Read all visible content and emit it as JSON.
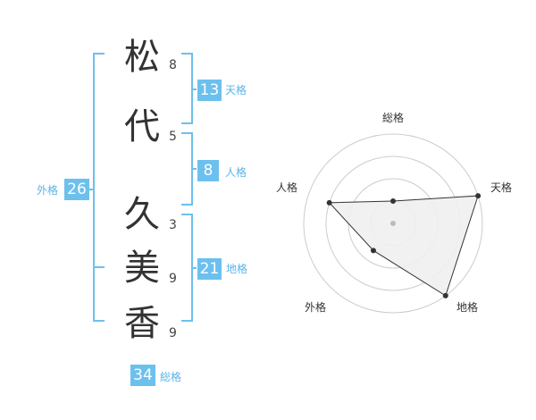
{
  "name": {
    "chars": [
      {
        "char": "松",
        "strokes": "8"
      },
      {
        "char": "代",
        "strokes": "5"
      },
      {
        "char": "久",
        "strokes": "3"
      },
      {
        "char": "美",
        "strokes": "9"
      },
      {
        "char": "香",
        "strokes": "9"
      }
    ]
  },
  "kakusu": {
    "tenkaku": {
      "value": "13",
      "label": "天格"
    },
    "jinkaku": {
      "value": "8",
      "label": "人格"
    },
    "chikaku": {
      "value": "21",
      "label": "地格"
    },
    "gaikaku": {
      "value": "26",
      "label": "外格"
    },
    "soukaku": {
      "value": "34",
      "label": "総格"
    }
  },
  "radar": {
    "axes": [
      "総格",
      "天格",
      "地格",
      "外格",
      "人格"
    ],
    "levels": 4,
    "max": 4,
    "values": [
      1,
      4,
      4,
      1.5,
      3
    ]
  },
  "colors": {
    "accent": "#6cc0ee",
    "bracket": "#6cc0ee",
    "grid": "#cccccc",
    "fill": "#f0f0f0"
  }
}
